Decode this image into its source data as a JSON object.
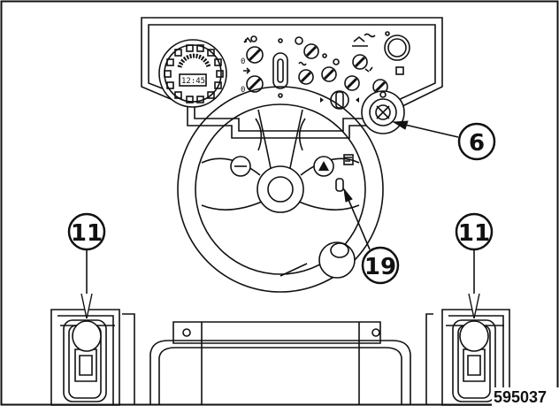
{
  "figure": {
    "reference_number": "595037",
    "display_time": "12:45",
    "callouts": [
      {
        "id": "6",
        "label": "6"
      },
      {
        "id": "11-left",
        "label": "11"
      },
      {
        "id": "11-right",
        "label": "11"
      },
      {
        "id": "19",
        "label": "19"
      }
    ]
  }
}
